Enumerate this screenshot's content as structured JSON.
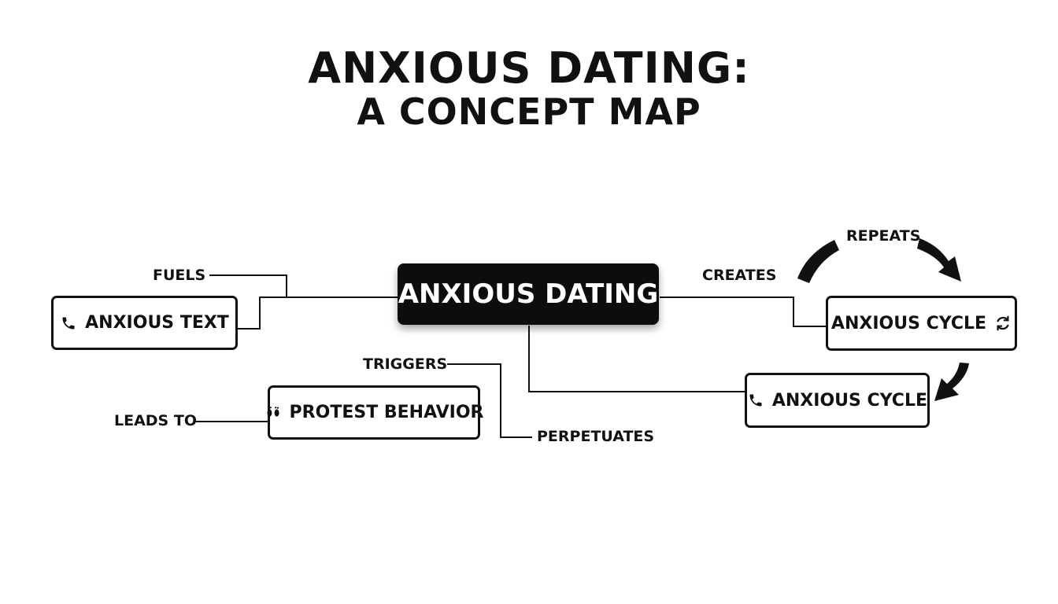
{
  "title": {
    "line1": "ANXIOUS DATING:",
    "line2": "A CONCEPT MAP"
  },
  "nodes": {
    "center": {
      "label": "ANXIOUS DATING"
    },
    "anxious_text": {
      "label": "ANXIOUS TEXT",
      "icon": "phone-icon"
    },
    "protest_behavior": {
      "label": "PROTEST BEHAVIOR",
      "icon": "footprints-icon"
    },
    "anxious_cycle_top": {
      "label": "ANXIOUS CYCLE",
      "icon": "refresh-icon"
    },
    "anxious_cycle_bottom": {
      "label": "ANXIOUS CYCLE",
      "icon": "phone-icon"
    }
  },
  "edge_labels": {
    "fuels": "FUELS",
    "creates": "CREATES",
    "repeats": "REPEATS",
    "triggers": "TRIGGERS",
    "leads_to": "LEADS TO",
    "perpetuates": "PERPETUATES"
  },
  "colors": {
    "ink": "#111111",
    "center_fill": "#0d0d0d",
    "background": "#ffffff"
  }
}
